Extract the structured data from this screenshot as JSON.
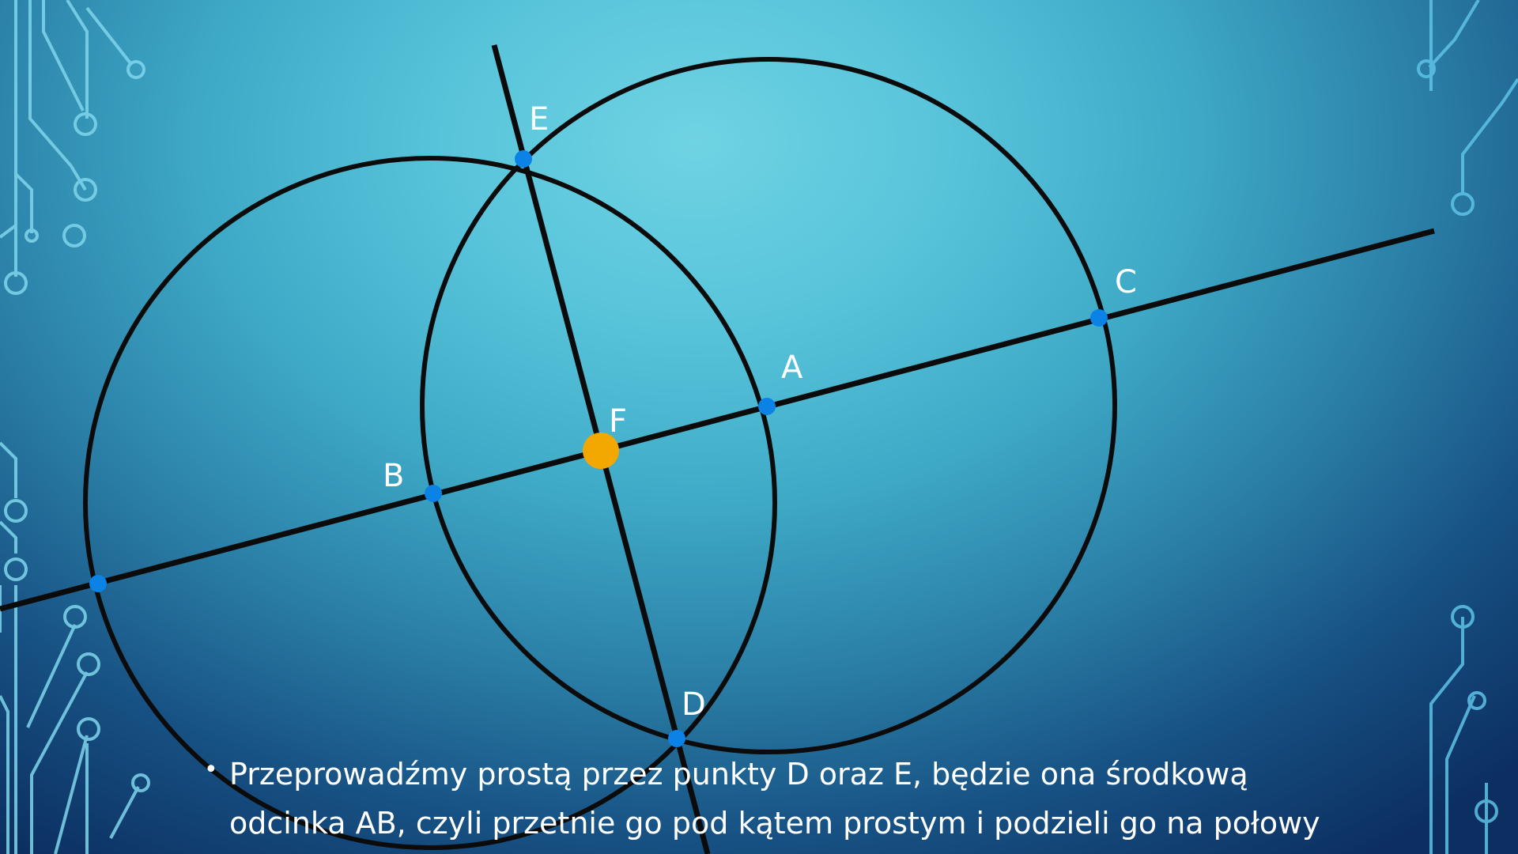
{
  "slide": {
    "points": [
      {
        "id": "A",
        "label": "A",
        "color": "#0a82e6"
      },
      {
        "id": "B",
        "label": "B",
        "color": "#0a82e6"
      },
      {
        "id": "C",
        "label": "C",
        "color": "#0a82e6"
      },
      {
        "id": "D",
        "label": "D",
        "color": "#0a82e6"
      },
      {
        "id": "E",
        "label": "E",
        "color": "#0a82e6"
      },
      {
        "id": "F",
        "label": "F",
        "color": "#f2a800"
      }
    ],
    "caption_lines": [
      "Przeprowadźmy prostą przez punkty D oraz E, będzie ona środkową",
      "odcinka AB, czyli przetnie go pod kątem prostym i podzieli go na połowy"
    ],
    "bullet": "•",
    "colors": {
      "line": "#0b0b0b",
      "circuit": "#7fd6ec",
      "circuit_dark": "#2f8fcf"
    }
  }
}
